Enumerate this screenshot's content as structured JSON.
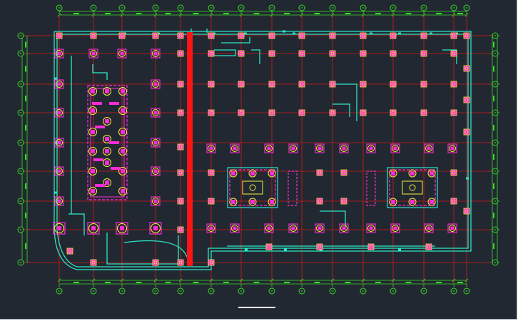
{
  "drawing": {
    "title": "",
    "grid": {
      "columns": [
        "1",
        "2",
        "3",
        "4",
        "5",
        "6",
        "7",
        "8",
        "9",
        "10",
        "11",
        "12",
        "13",
        "14"
      ],
      "rows": [
        "A",
        "B",
        "C",
        "D",
        "E",
        "F",
        "G",
        "H",
        "J"
      ]
    }
  },
  "colors": {
    "background": "#222831",
    "grid_line": "#d11a1a",
    "wall": "#2de7c8",
    "dimension": "#39d82b",
    "column": "#ff2bd6",
    "ring": "#f6f03a",
    "highlight_band": "#ff1414",
    "model_tab": "#ffffff"
  },
  "icons": {
    "axis_bubble": "grid-axis-bubble-icon",
    "column": "column-footing-icon"
  }
}
